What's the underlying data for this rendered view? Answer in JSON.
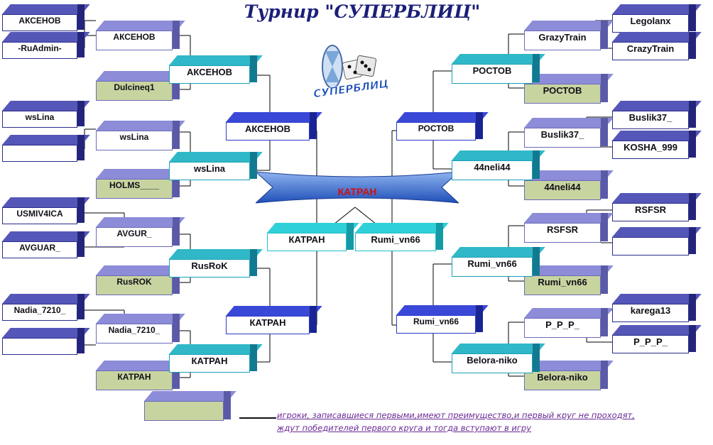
{
  "title": "Турнир \"СУПЕРБЛИЦ\"",
  "logo_text": "СУПЕРБЛИЦ",
  "champion": "КАТРАН",
  "note": {
    "line1": "игроки, записавшиеся первыми,имеют преимущество,и первый круг не проходят,",
    "line2": "ждут победителей первого круга и тогда вступают в игру"
  },
  "left": {
    "r0": [
      "АКСЕНОВ",
      "-RuAdmin-",
      "wsLina",
      "",
      "USMIV4ICA",
      "AVGUAR_",
      "Nadia_7210_",
      "",
      ""
    ],
    "r1": [
      "АКСЕНОВ",
      "Dulcineq1",
      "wsLina",
      "HOLMS____",
      "AVGUR_",
      "RusROK",
      "Nadia_7210_",
      "КАТРАН"
    ],
    "r2": [
      "АКСЕНОВ",
      "wsLina",
      "RusRoK",
      "КАТРАН"
    ],
    "r3": [
      "АКСЕНОВ",
      "КАТРАН"
    ],
    "final": "КАТРАН"
  },
  "right": {
    "r0": [
      "Legolanx",
      "CrazyTrain",
      "Buslik37_",
      "KOSHA_999",
      "RSFSR",
      "",
      "karega13",
      "P_P_P_"
    ],
    "r1": [
      "GrazyTrain",
      "РОСТОВ",
      "Buslik37_",
      "44neli44",
      "RSFSR",
      "Rumi_vn66",
      "P_P_P_",
      "Belora-niko"
    ],
    "r2": [
      "РОСТОВ",
      "44neli44",
      "Rumi_vn66",
      "Belora-niko"
    ],
    "r3": [
      "РОСТОВ",
      "Rumi_vn66"
    ],
    "final": "Rumi_vn66"
  },
  "colors": {
    "navy": "#2b2c8c",
    "purple": "#7c7cc8",
    "teal": "#1aa0b8",
    "blue": "#2a3ac8",
    "cyan": "#20c0c8",
    "banner": "#3a70d0",
    "olive": "#c8d4a0"
  }
}
